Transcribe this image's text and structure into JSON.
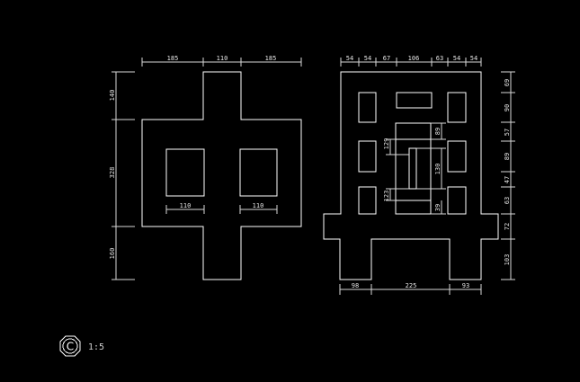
{
  "left_drawing": {
    "top_dims": [
      "185",
      "110",
      "185"
    ],
    "side_dims": [
      "140",
      "328",
      "160"
    ],
    "bottom_dims": [
      "110",
      "110"
    ]
  },
  "right_drawing": {
    "top_dims": [
      "54",
      "54",
      "67",
      "106",
      "63",
      "54",
      "54"
    ],
    "side_dims": [
      "69",
      "90",
      "57",
      "89",
      "47",
      "63",
      "72",
      "103"
    ],
    "inner_dims": [
      "129",
      "89",
      "130",
      "123",
      "39"
    ],
    "bottom_dims": [
      "98",
      "225",
      "93"
    ]
  },
  "scale": {
    "symbol": "C",
    "text": "1:5"
  },
  "colors": {
    "background": "#000000",
    "line": "#ffffff"
  }
}
